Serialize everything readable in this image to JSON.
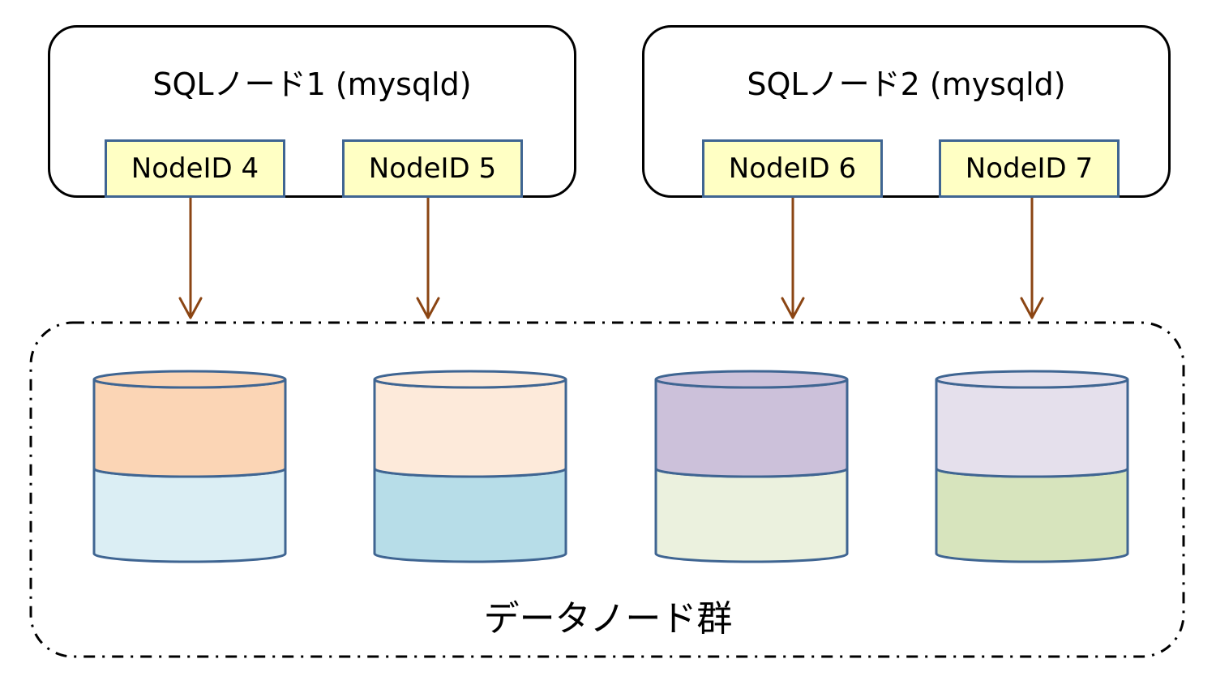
{
  "sql_nodes": [
    {
      "title": "SQLノード1 (mysqld)",
      "node_ids": [
        "NodeID 4",
        "NodeID 5"
      ]
    },
    {
      "title": "SQLノード2 (mysqld)",
      "node_ids": [
        "NodeID 6",
        "NodeID 7"
      ]
    }
  ],
  "data_node_group": {
    "label": "データノード群",
    "cylinders": [
      {
        "top_color": "#fbd5b5",
        "bottom_color": "#dbeef4"
      },
      {
        "top_color": "#fdeada",
        "bottom_color": "#b7dde8"
      },
      {
        "top_color": "#ccc1da",
        "bottom_color": "#ebf1de"
      },
      {
        "top_color": "#e5e0ec",
        "bottom_color": "#d7e4bd"
      }
    ]
  },
  "colors": {
    "arrow": "#8b4513",
    "node_id_fill": "#ffffc4",
    "outline": "#3f6592"
  }
}
